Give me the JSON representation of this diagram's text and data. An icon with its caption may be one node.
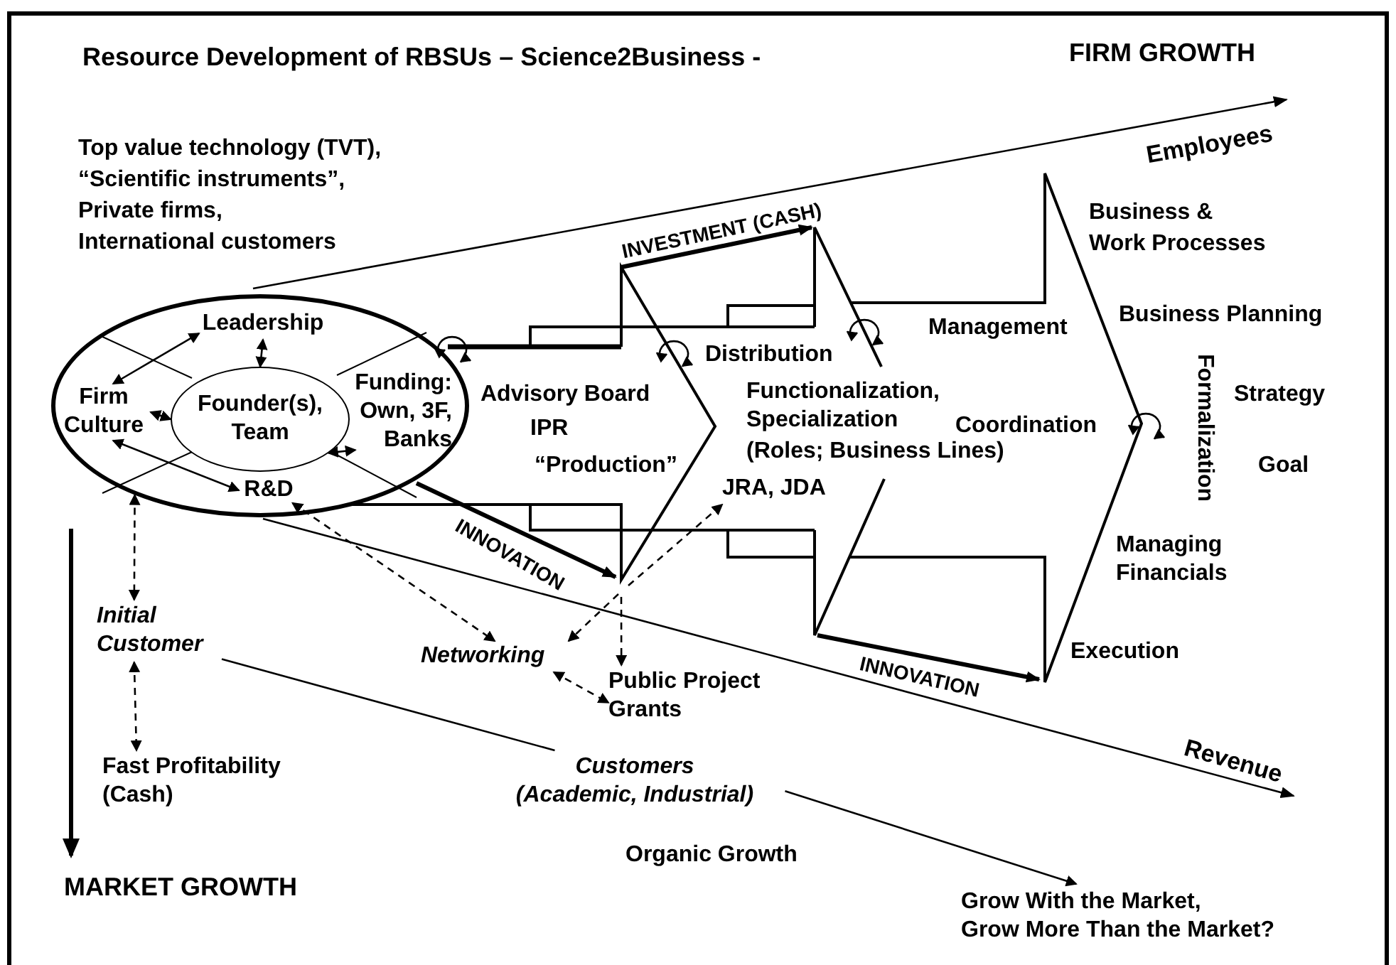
{
  "diagram": {
    "title": "Resource Development of RBSUs – Science2Business -",
    "nodes": [
      {
        "text": [],
        "shape": "ellipse"
      },
      {
        "text": [
          "Leadership"
        ],
        "in": 0
      },
      {
        "text": [
          "Firm Culture"
        ],
        "in": 0
      },
      {
        "text": [
          "Founder(s), Team"
        ],
        "in": 0
      },
      {
        "text": [
          "Funding: Own, 3F, Banks"
        ],
        "in": 0
      },
      {
        "text": [
          "R&D"
        ],
        "in": 0
      },
      {
        "text": [
          "Initial Customer"
        ]
      },
      {
        "text": [
          "Fast Profitability (Cash)"
        ]
      },
      {
        "text": [
          "Networking"
        ]
      },
      {
        "text": [
          "Public Project Grants"
        ]
      },
      {
        "text": [
          "JRA, JDA"
        ]
      },
      {
        "text": [
          "Customers",
          "(Academic, Industrial)"
        ]
      },
      {
        "text": [
          "Grow With the Market,",
          "Grow More Than the Market?"
        ]
      }
    ],
    "edges": [
      {
        "from": 1,
        "to": 3,
        "arrow": "both"
      },
      {
        "from": 2,
        "to": 3,
        "arrow": "both"
      },
      {
        "from": 3,
        "to": 4,
        "arrow": "both"
      },
      {
        "from": 2,
        "to": 1,
        "arrow": "both"
      },
      {
        "from": 2,
        "to": 5,
        "arrow": "both"
      },
      {
        "from": 0,
        "to": 6,
        "arrow": "both",
        "style": "dashed"
      },
      {
        "from": 6,
        "to": 7,
        "arrow": "both",
        "style": "dashed"
      },
      {
        "from": 5,
        "to": 8,
        "arrow": "both",
        "style": "dashed"
      },
      {
        "from": null,
        "to": 8,
        "arrow": "to",
        "style": "dashed"
      },
      {
        "from": null,
        "to": 9,
        "arrow": "to",
        "style": "dashed"
      },
      {
        "from": null,
        "to": 10,
        "arrow": "to",
        "style": "dashed"
      },
      {
        "from": 8,
        "to": 9,
        "arrow": "both",
        "style": "dashed"
      },
      {
        "from": 6,
        "to": 11,
        "arrow": "none"
      },
      {
        "from": 11,
        "to": 12,
        "arrow": "to"
      }
    ],
    "labels": [
      "FIRM GROWTH",
      "Top value technology (TVT),",
      "“Scientific instruments”,",
      "Private firms,",
      "International customers",
      "Employees",
      "INVESTMENT (CASH)",
      "Business &",
      "Work Processes",
      "Business Planning",
      "Management",
      "Distribution",
      "Advisory Board",
      "IPR",
      "“Production”",
      "Functionalization, Specialization",
      "(Roles; Business Lines)",
      "Coordination",
      "Formalization",
      "Strategy",
      "Goal",
      "INNOVATION",
      "INNOVATION",
      "Managing Financials",
      "Execution",
      "Revenue",
      "Organic Growth",
      "MARKET GROWTH"
    ]
  }
}
